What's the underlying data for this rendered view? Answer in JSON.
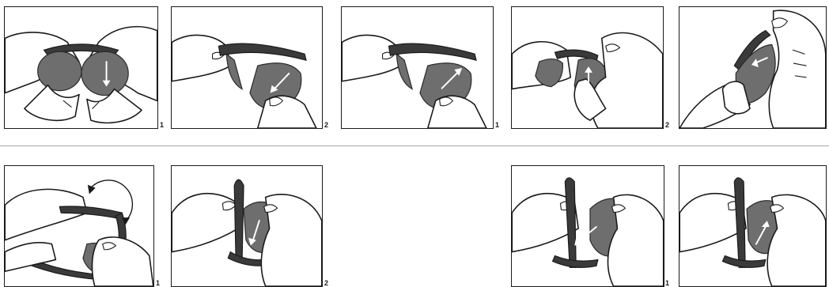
{
  "steps": {
    "row1": [
      "1",
      "2",
      "1",
      "2"
    ],
    "row2": [
      "1",
      "2",
      "1"
    ]
  },
  "colors": {
    "lens": "#6e6e6e",
    "frame": "#3a3a3a",
    "outline": "#1a1a1a",
    "divider": "#a8a8a8"
  }
}
